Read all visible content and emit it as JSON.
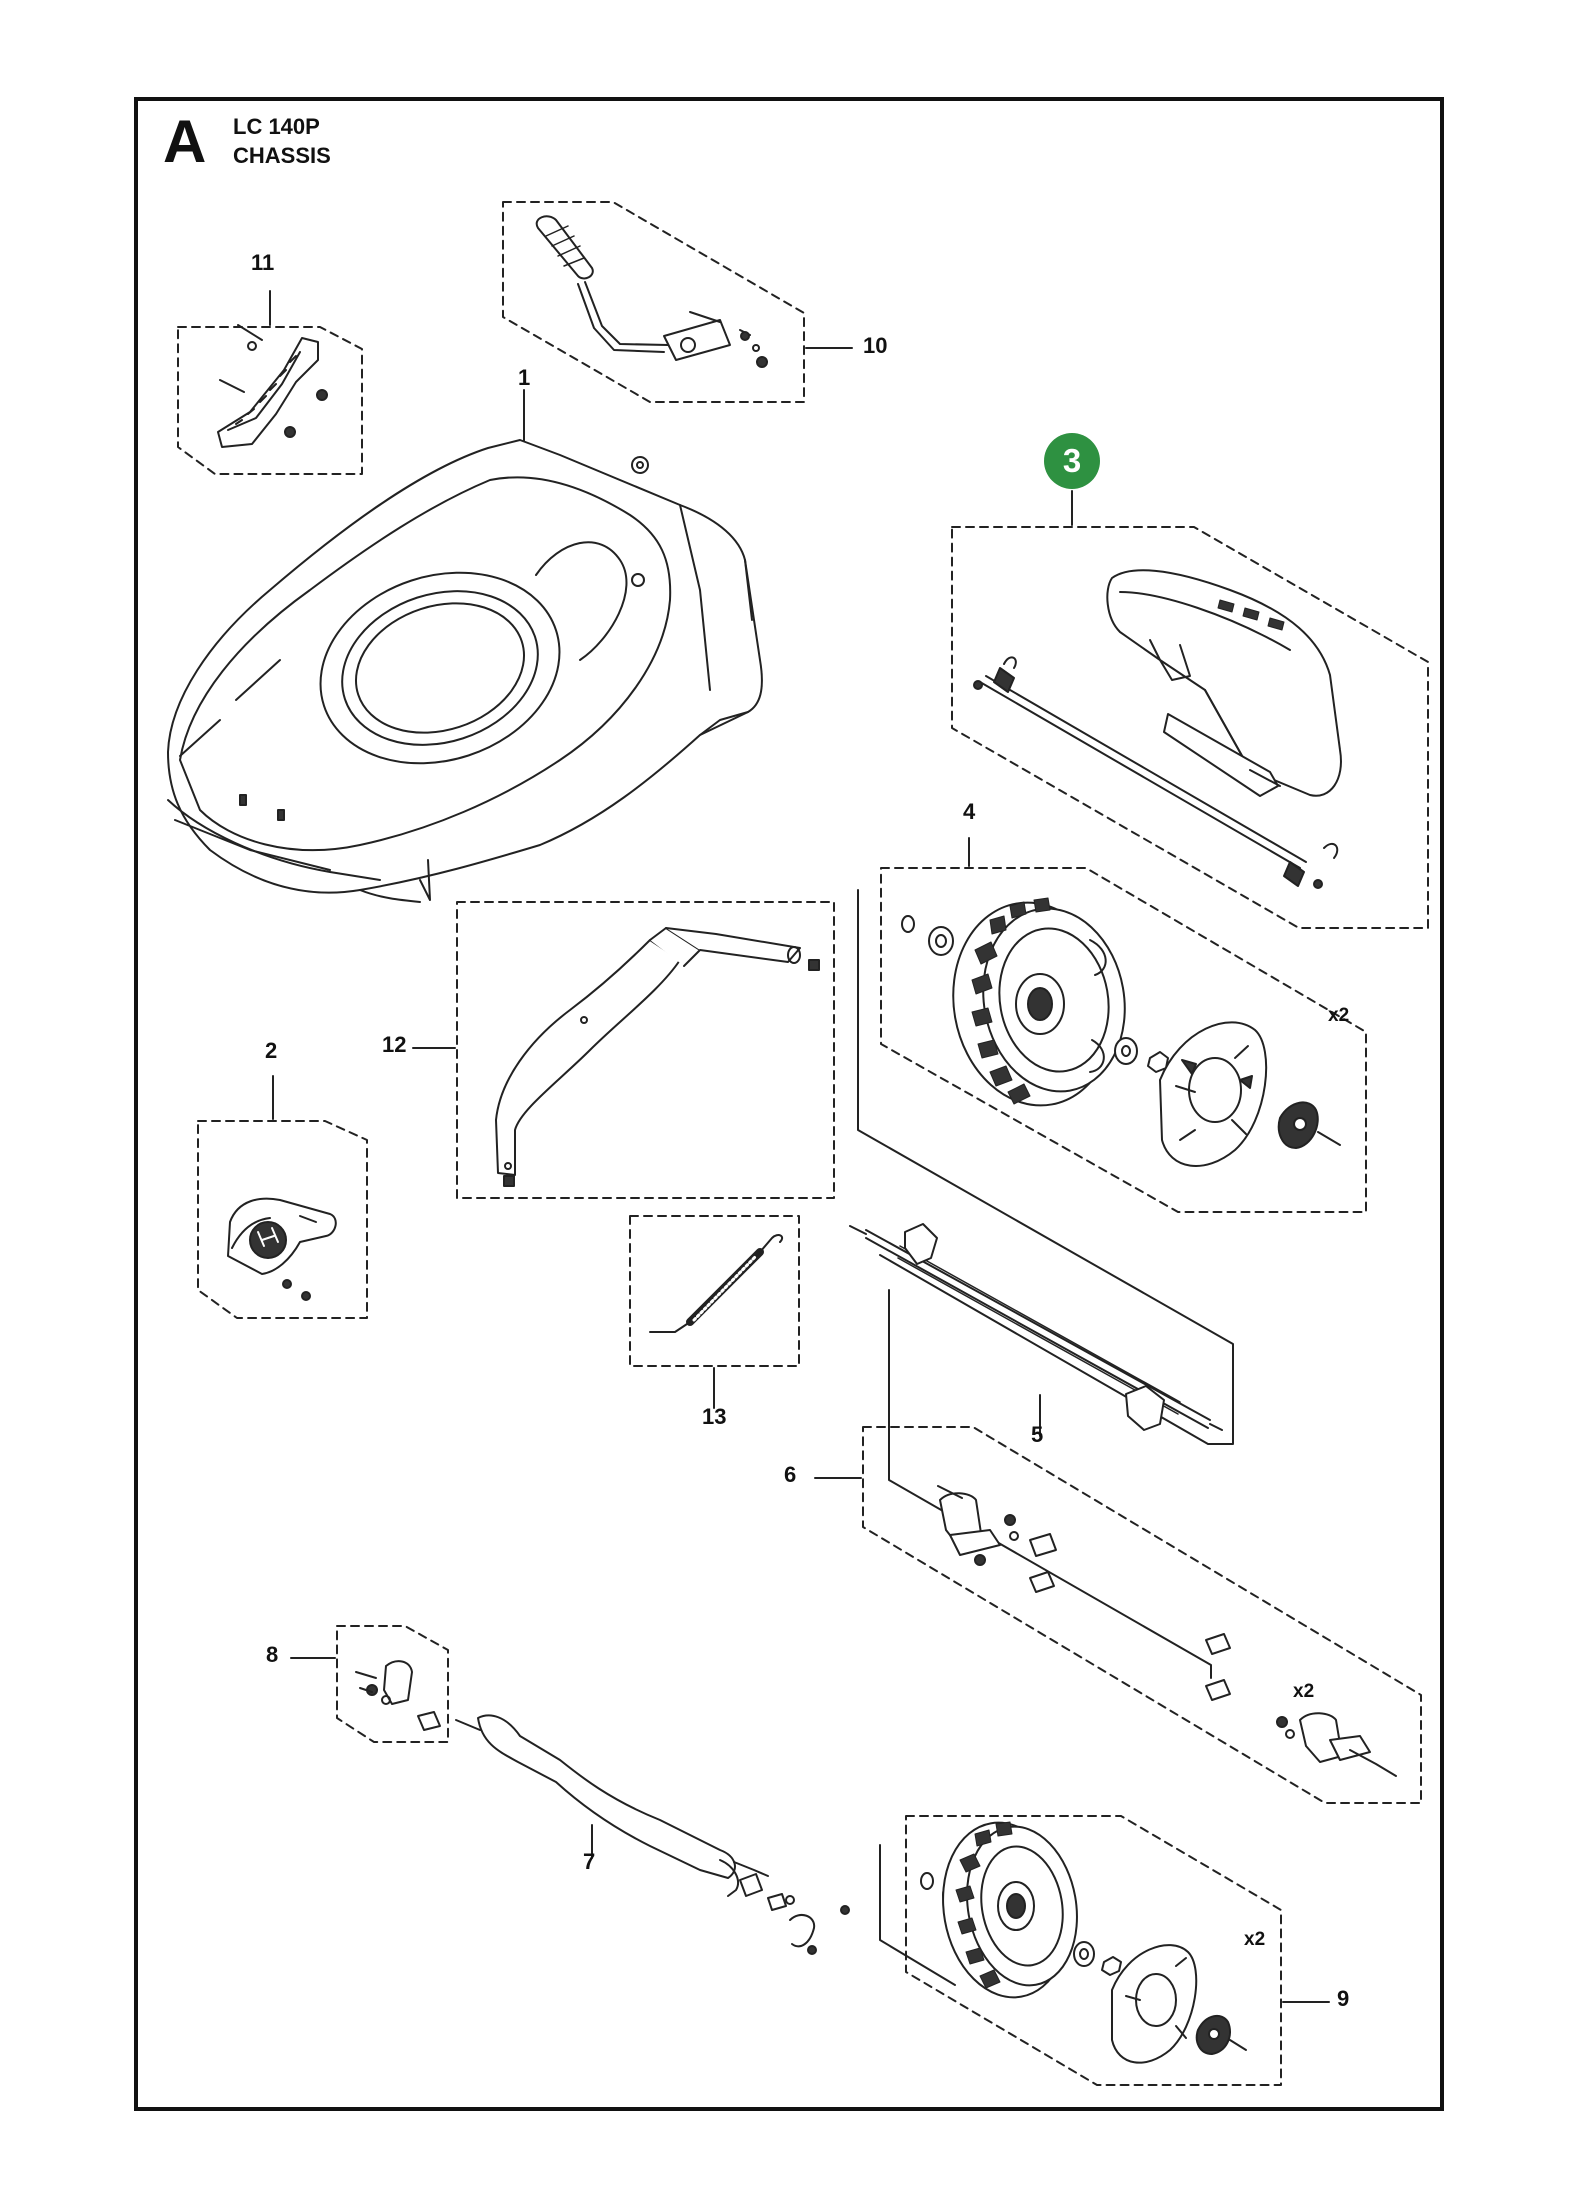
{
  "header": {
    "section_letter": "A",
    "model": "LC 140P",
    "subtitle": "CHASSIS"
  },
  "highlight": {
    "part_number": "3",
    "color": "#2e9141"
  },
  "callouts": {
    "p1": "1",
    "p2": "2",
    "p4": "4",
    "p5": "5",
    "p6": "6",
    "p7": "7",
    "p8": "8",
    "p9": "9",
    "p10": "10",
    "p11": "11",
    "p12": "12",
    "p13": "13"
  },
  "quantities": {
    "front_wheel": "x2",
    "axle_bracket": "x2",
    "rear_wheel": "x2"
  }
}
